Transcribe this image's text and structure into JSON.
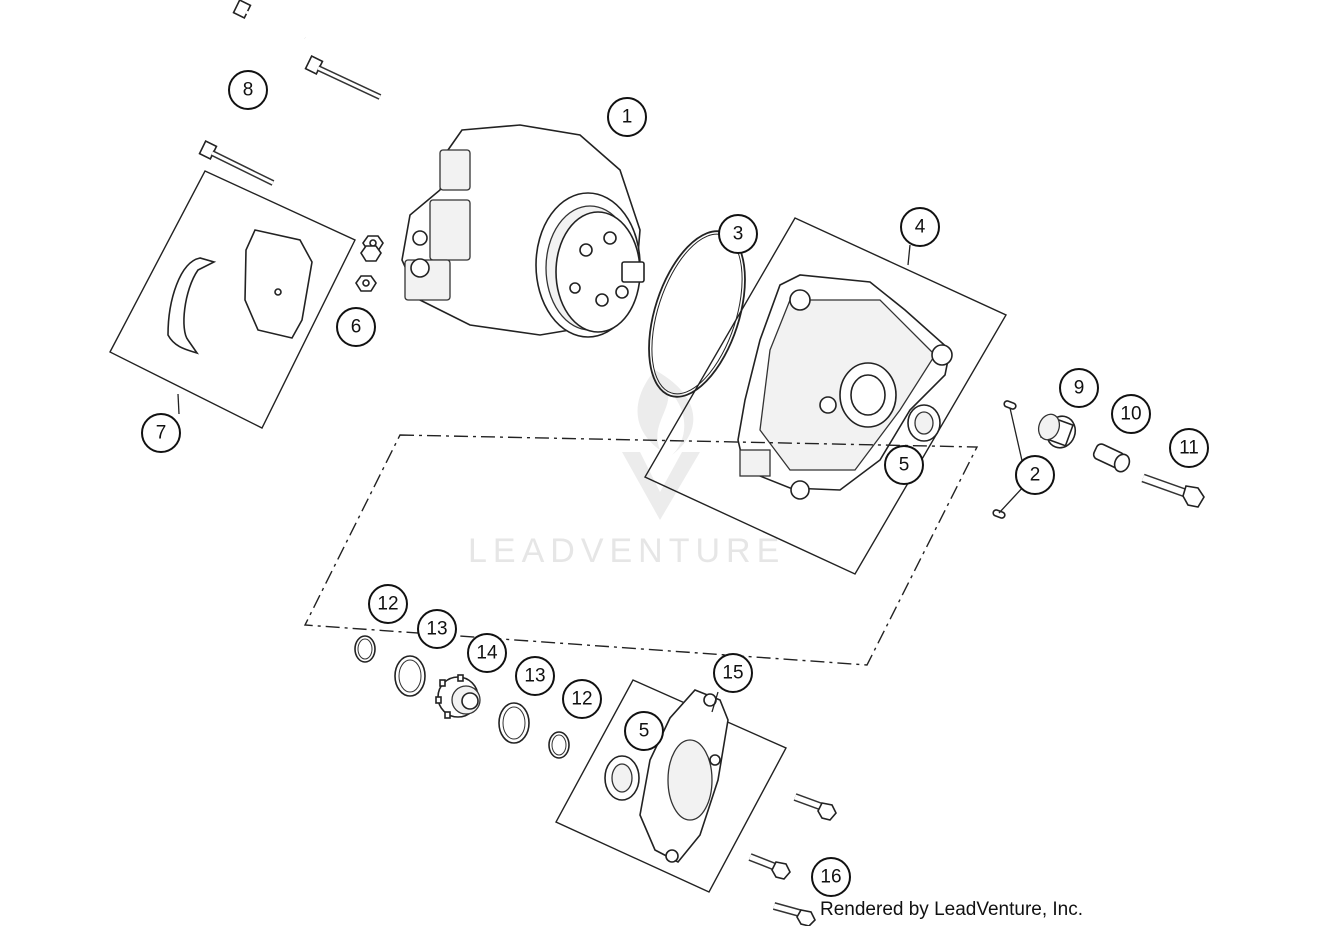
{
  "watermark": "LEADVENTURE",
  "credit": "Rendered by LeadVenture, Inc.",
  "callouts": [
    "1",
    "2",
    "3",
    "4",
    "5",
    "5",
    "6",
    "7",
    "8",
    "9",
    "10",
    "11",
    "12",
    "12",
    "13",
    "13",
    "14",
    "15",
    "16"
  ]
}
